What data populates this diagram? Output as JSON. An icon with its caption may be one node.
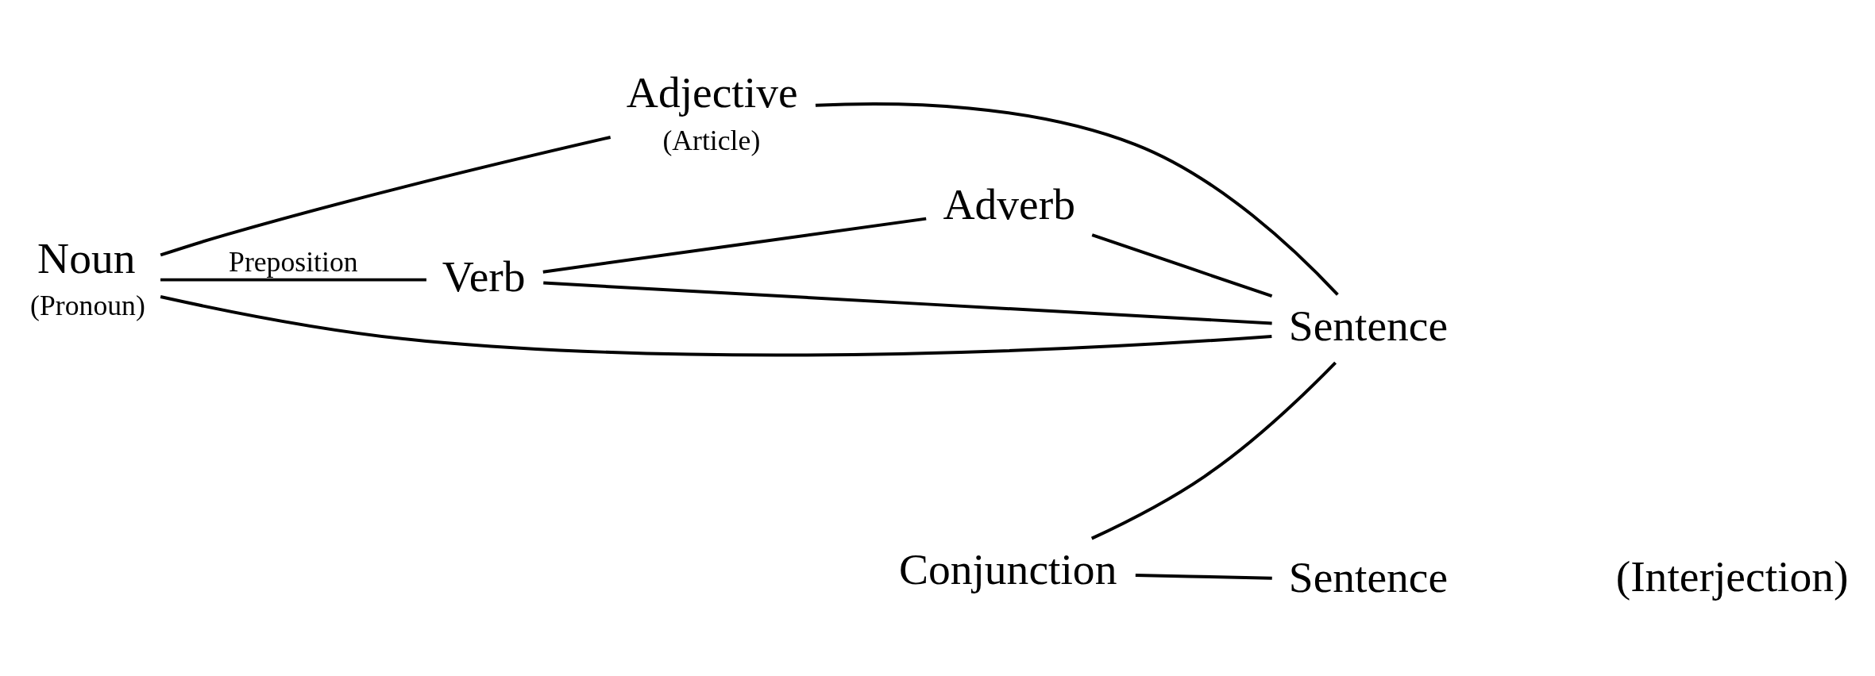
{
  "diagram": {
    "nodes": [
      {
        "text": [
          "Noun"
        ],
        "beside": [
          "(Pronoun)"
        ]
      },
      {
        "text": [
          "Adjective"
        ],
        "beside": [
          "(Article)"
        ]
      },
      {
        "text": [
          "Verb"
        ]
      },
      {
        "text": [
          "Adverb"
        ]
      },
      {
        "text": [
          "Sentence"
        ]
      },
      {
        "text": [
          "Conjunction"
        ]
      },
      {
        "text": [
          "Sentence"
        ]
      }
    ],
    "edges": [
      {
        "from": 0,
        "to": 1,
        "arrow": "none"
      },
      {
        "from": 2,
        "to": 3,
        "arrow": "none"
      },
      {
        "from": 0,
        "to": 2,
        "arrow": "none",
        "label": "Preposition"
      },
      {
        "from": 0,
        "to": 4,
        "arrow": "none"
      },
      {
        "from": 1,
        "to": 4,
        "arrow": "none"
      },
      {
        "from": 2,
        "to": 4,
        "arrow": "none"
      },
      {
        "from": 3,
        "to": 4,
        "arrow": "none"
      },
      {
        "from": 5,
        "to": 4,
        "arrow": "none"
      },
      {
        "from": 5,
        "to": 6,
        "arrow": "none"
      }
    ],
    "labels": [
      "(Interjection)"
    ]
  }
}
